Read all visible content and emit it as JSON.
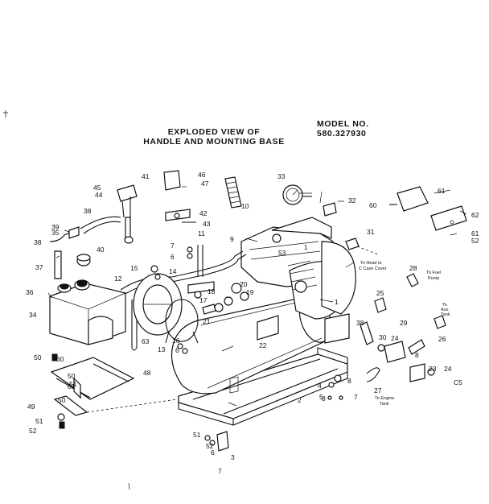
{
  "title": {
    "line1": "EXPLODED VIEW OF",
    "line2": "HANDLE AND MOUNTING BASE"
  },
  "model": {
    "label": "MODEL NO.",
    "number": "580.327930"
  },
  "notes": {
    "to_head_crankcase": [
      "To Head to",
      "C Case Cover"
    ],
    "to_fuel_pump": [
      "To Fuel",
      "Pump"
    ],
    "to_aux_tank": [
      "To",
      "Aux.",
      "Tank"
    ],
    "to_engine_tank": [
      "To Engine",
      "Tank"
    ]
  },
  "callouts": [
    "1",
    "2",
    "3",
    "4",
    "5",
    "6",
    "7",
    "8",
    "9",
    "10",
    "11",
    "12",
    "13",
    "14",
    "15",
    "16",
    "17",
    "18",
    "19",
    "20",
    "21",
    "22",
    "23",
    "24",
    "25",
    "26",
    "27",
    "28",
    "29",
    "30",
    "31",
    "32",
    "33",
    "34",
    "35",
    "36",
    "37",
    "38",
    "39",
    "40",
    "41",
    "42",
    "43",
    "44",
    "45",
    "46",
    "47",
    "48",
    "49",
    "50",
    "51",
    "52",
    "53",
    "60",
    "61",
    "62",
    "63",
    "C5"
  ]
}
